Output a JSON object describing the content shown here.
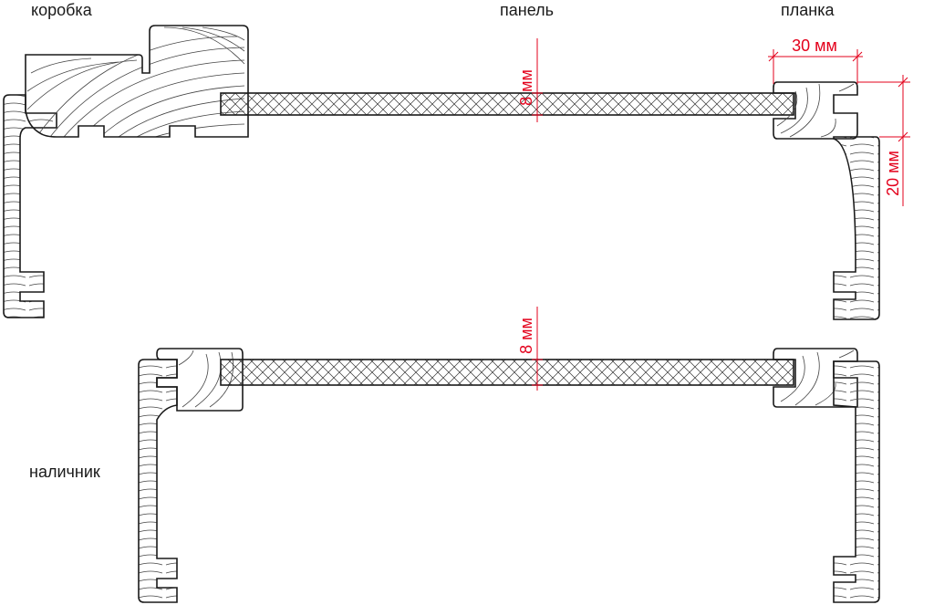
{
  "labels": {
    "frame": "коробка",
    "panel": "панель",
    "strip": "планка",
    "casing": "наличник"
  },
  "dimensions": {
    "panel_top": "8 мм",
    "panel_bottom": "8 мм",
    "strip_width": "30 мм",
    "strip_height": "20 мм"
  },
  "colors": {
    "outline": "#1a1a1a",
    "dimension": "#e3001b",
    "wood_grain": "#333333",
    "hatch": "#333333"
  }
}
